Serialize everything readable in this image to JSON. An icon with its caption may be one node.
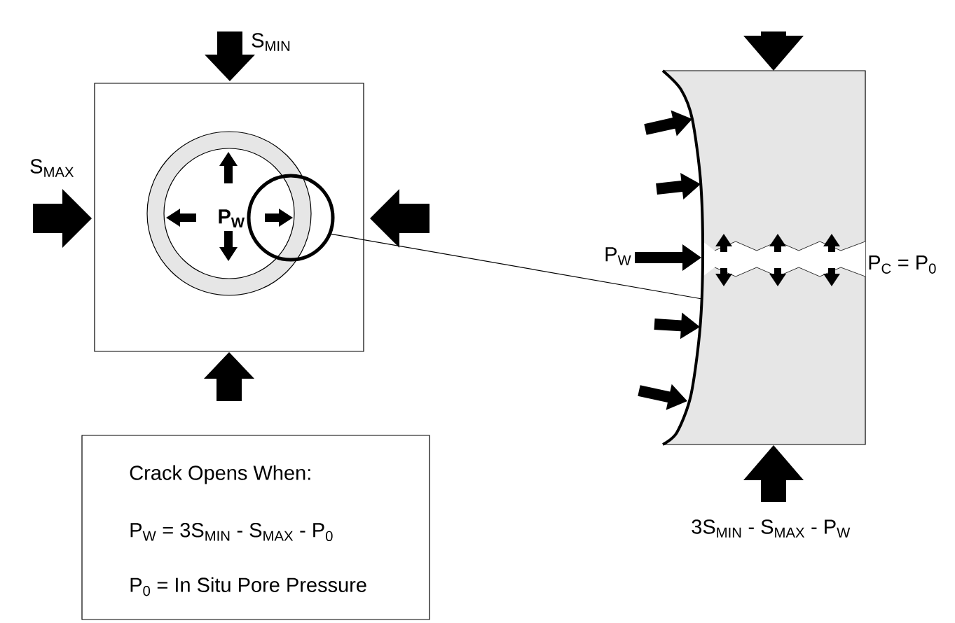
{
  "diagram": {
    "nodes": [
      {
        "text": [],
        "shape": "box"
      },
      {
        "text": [],
        "shape": "circle",
        "in": 0
      },
      {
        "text": [],
        "shape": "box"
      },
      {
        "text": [
          "Crack Opens When:",
          "P$_{W}$ = 3S$_{MIN}$ - S$_{MAX}$ - P$_{0}$",
          "P$_{0}$ = In Situ Pore Pressure"
        ]
      }
    ],
    "edges": [
      {
        "from": 1,
        "to": 2,
        "arrow": "none"
      }
    ],
    "labels": [
      "S$_{MIN}$",
      "S$_{MAX}$",
      "P$_{W}$",
      "P$_{W}$",
      "P$_{C}$ = P$_{0}$",
      "3S$_{MIN}$ - S$_{MAX}$ - P$_{W}$"
    ]
  }
}
